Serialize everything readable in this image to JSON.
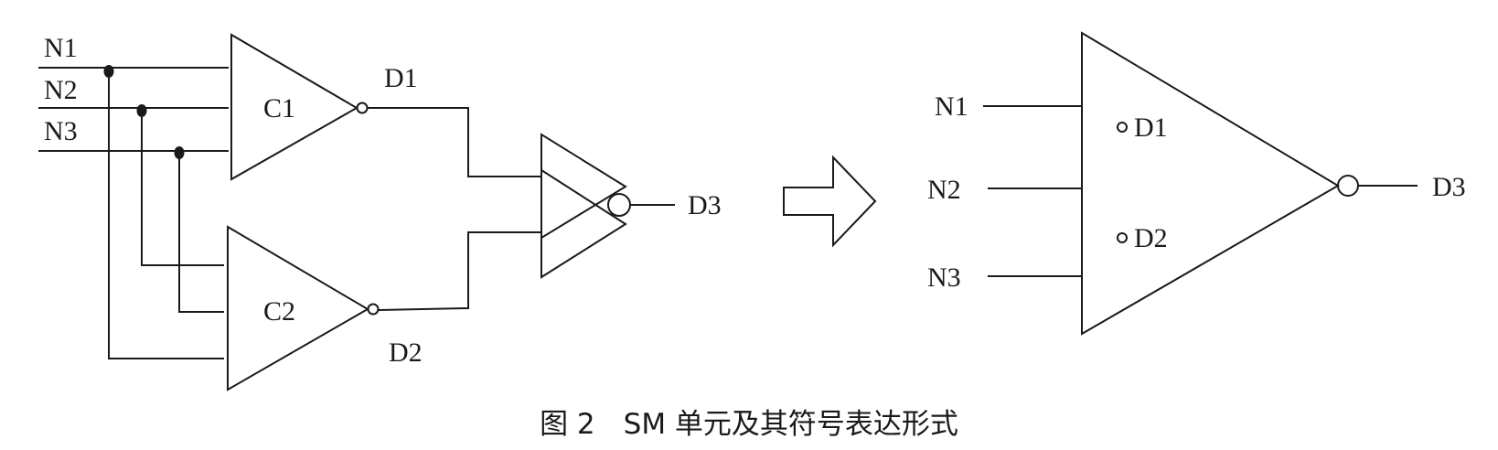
{
  "left_circuit": {
    "inputs": [
      "N1",
      "N2",
      "N3"
    ],
    "gate_c1": "C1",
    "gate_c2": "C2",
    "out_d1": "D1",
    "out_d2": "D2",
    "out_d3": "D3"
  },
  "symbol": {
    "inputs": [
      "N1",
      "N2",
      "N3"
    ],
    "inner_d1": "D1",
    "inner_d2": "D2",
    "output": "D3"
  },
  "caption": "图 2　SM 单元及其符号表达形式"
}
